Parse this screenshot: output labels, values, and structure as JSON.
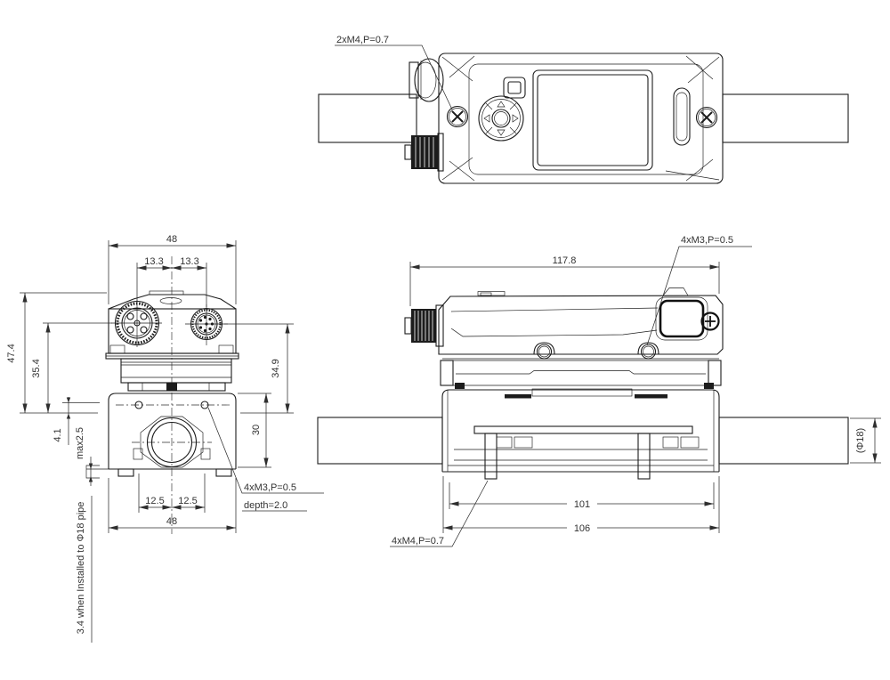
{
  "colors": {
    "background": "#ffffff",
    "line": "#1c1c1c",
    "text": "#333333"
  },
  "top_view": {
    "thread_label": "2xM4,P=0.7"
  },
  "front_view": {
    "dim_width_top": "48",
    "dim_conn_left": "13.3",
    "dim_conn_right": "13.3",
    "dim_height_total": "47.4",
    "dim_height_conn": "35.4",
    "dim_height_body": "34.9",
    "dim_bracket": "30",
    "dim_offset": "4.1",
    "dim_gap": "max2.5",
    "note_install": "3.4 when Installed to Φ18 pipe",
    "dim_hole_left": "12.5",
    "dim_hole_right": "12.5",
    "dim_width_bottom": "48",
    "thread_label": "4xM3,P=0.5",
    "thread_depth": "depth=2.0"
  },
  "side_view": {
    "dim_length": "117.8",
    "thread_label_top": "4xM3,P=0.5",
    "dim_span_inner": "101",
    "dim_span_outer": "106",
    "thread_label_bottom": "4xM4,P=0.7",
    "dim_pipe": "(Φ18)"
  }
}
